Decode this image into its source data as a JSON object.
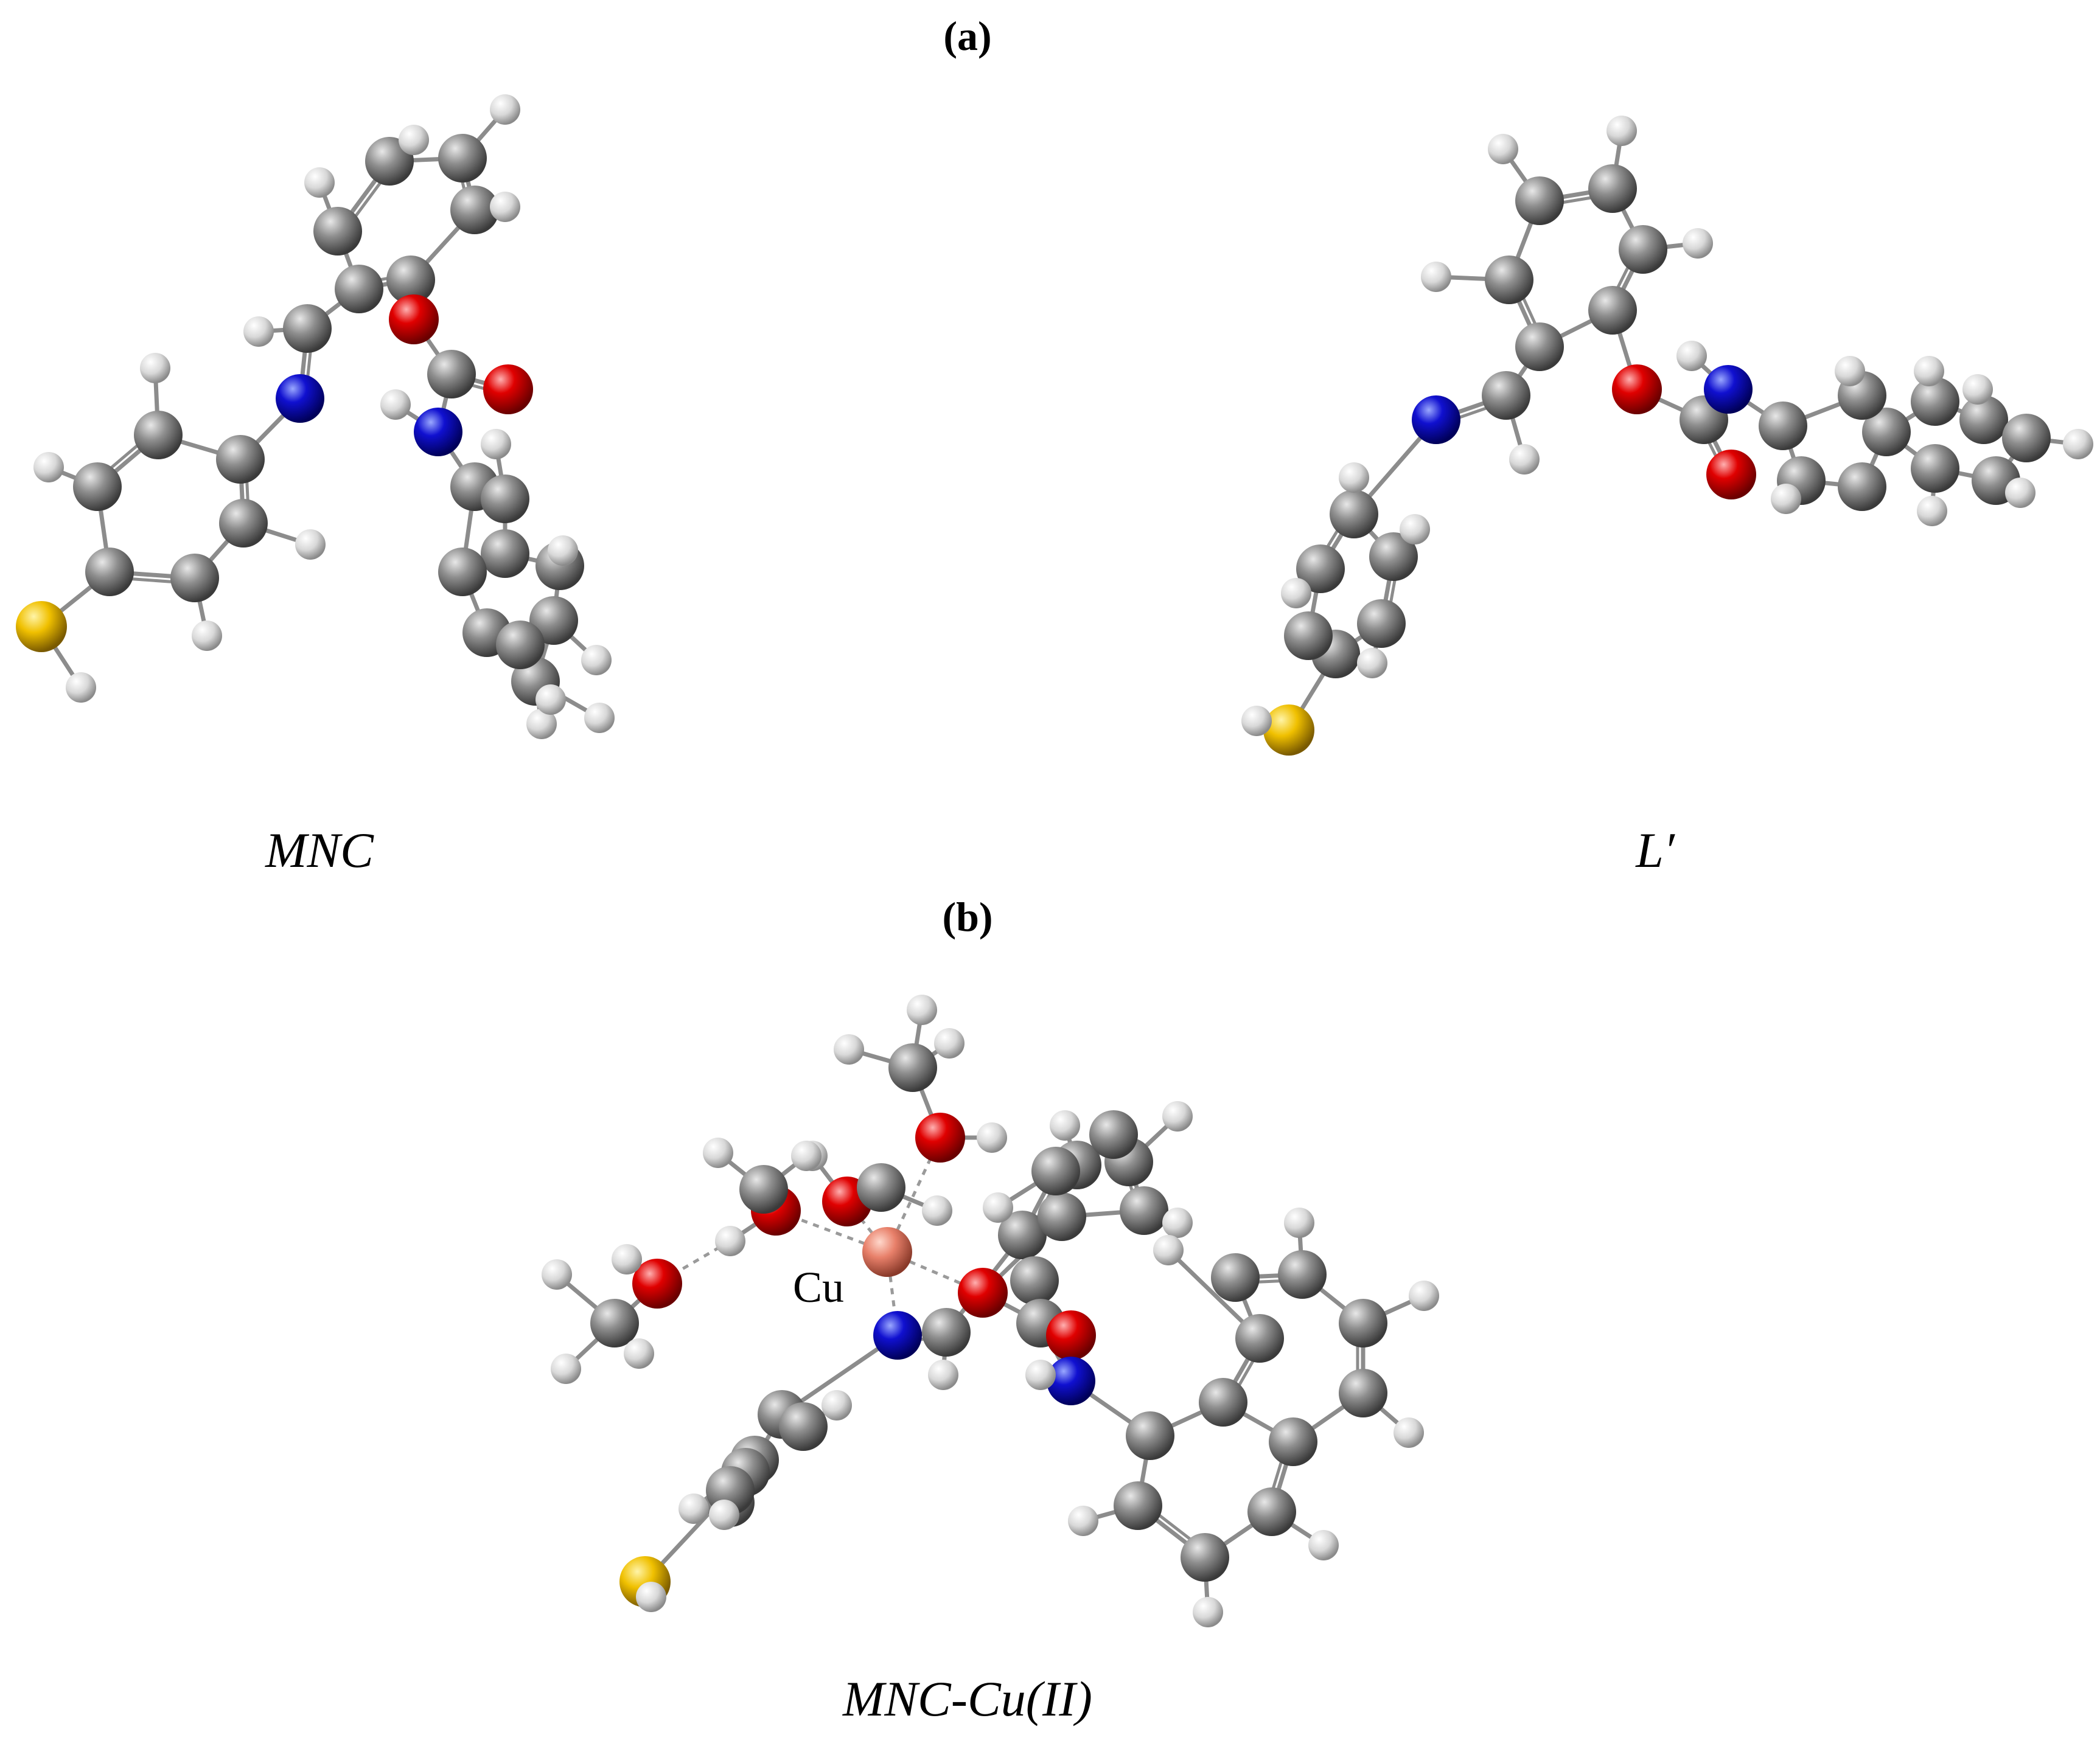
{
  "panels": {
    "a": {
      "label": "(a)"
    },
    "b": {
      "label": "(b)"
    }
  },
  "molecules": {
    "mnc": {
      "caption": "MNC"
    },
    "lprime": {
      "caption": "L′"
    },
    "complex": {
      "caption": "MNC-Cu(II)",
      "metal_label": "Cu"
    }
  },
  "element_colors": {
    "carbon": "#8a8a8a",
    "hydrogen": "#e8e8e8",
    "oxygen": "#e00000",
    "nitrogen": "#1010d0",
    "sulfur": "#f0c000",
    "copper": "#e8806a"
  }
}
